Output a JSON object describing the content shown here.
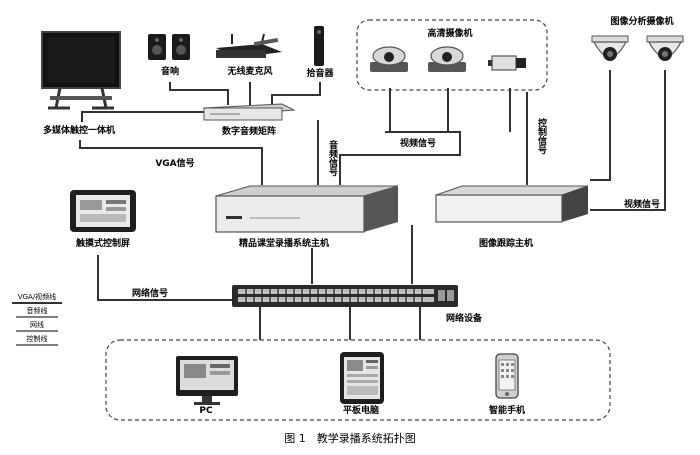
{
  "labels": {
    "multimedia_screen": "多媒体触控一体机",
    "speaker": "音响",
    "wireless_mic": "无线麦克风",
    "pickup": "拾音器",
    "audio_matrix": "数字音频矩阵",
    "hd_camera_group": "高清摄像机",
    "analysis_camera_group": "图像分析摄像机",
    "vga_signal": "VGA信号",
    "audio_signal": "音频信号",
    "video_signal_1": "视频信号",
    "control_signal": "控制信号",
    "video_signal_2": "视频信号",
    "recording_host": "精品课堂录播系统主机",
    "tracking_host": "图像跟踪主机",
    "touch_panel": "触摸式控制屏",
    "network_signal": "网络信号",
    "network_device": "网络设备",
    "pc": "PC",
    "tablet": "平板电脑",
    "smartphone": "智能手机"
  },
  "legend": {
    "vga": "VGA/视频线",
    "audio": "音频线",
    "network": "网线",
    "control": "控制线"
  },
  "caption": "图 1　教学录播系统拓扑图"
}
